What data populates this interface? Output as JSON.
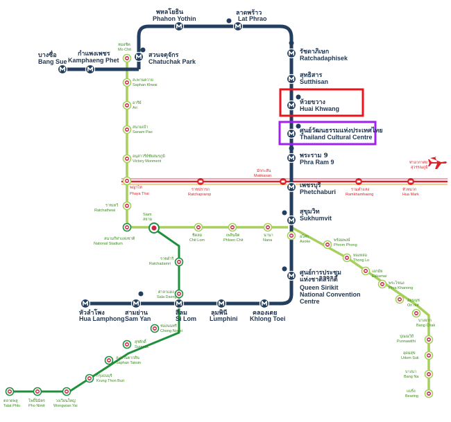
{
  "colors": {
    "mrt": "#233e5f",
    "bts_sukhumvit": "#a6cf5b",
    "bts_silom": "#1e8f3a",
    "arl": "#d8232a",
    "arl_pink": "#f2a7b8",
    "arl_orange": "#f5c98d",
    "highlight_red": "#e8151b",
    "highlight_purple": "#a020f0"
  },
  "mrt_stations": [
    {
      "id": "bang_sue",
      "th": "บางซื่อ",
      "en": "Bang Sue"
    },
    {
      "id": "kamphaeng_phet",
      "th": "กำแพงเพชร",
      "en": "Kamphaeng Phet"
    },
    {
      "id": "chatuchak",
      "th": "สวนจตุจักร",
      "en": "Chatuchak Park"
    },
    {
      "id": "phahon",
      "th": "พหลโยธิน",
      "en": "Phahon Yothin"
    },
    {
      "id": "lat_phrao",
      "th": "ลาดพร้าว",
      "en": "Lat Phrao"
    },
    {
      "id": "ratchadaphisek",
      "th": "รัชดาภิเษก",
      "en": "Ratchadaphisek"
    },
    {
      "id": "sutthisan",
      "th": "สุทธิสาร",
      "en": "Sutthisan"
    },
    {
      "id": "huai_khwang",
      "th": "ห้วยขวาง",
      "en": "Huai Khwang"
    },
    {
      "id": "cultural",
      "th": "ศูนย์วัฒนธรรมแห่งประเทศไทย",
      "en": "Thailand Cultural Centre"
    },
    {
      "id": "phra_ram_9",
      "th": "พระราม 9",
      "en": "Phra Ram 9"
    },
    {
      "id": "phetchaburi",
      "th": "เพชรบุรี",
      "en": "Phetchaburi"
    },
    {
      "id": "sukhumvit",
      "th": "สุขุมวิท",
      "en": "Sukhumvit"
    },
    {
      "id": "qsncc",
      "th": "ศูนย์การประชุม",
      "th2": "แห่งชาติสิริกิติ์",
      "en": "Queen Sirikit",
      "en2": "National Convention",
      "en3": "Centre"
    },
    {
      "id": "khlong_toei",
      "th": "คลองเตย",
      "en": "Khlong Toei"
    },
    {
      "id": "lumphini",
      "th": "ลุมพินี",
      "en": "Lumphini"
    },
    {
      "id": "si_lom",
      "th": "สีลม",
      "en": "Si Lom"
    },
    {
      "id": "sam_yan",
      "th": "สามย่าน",
      "en": "Sam Yan"
    },
    {
      "id": "hua_lamphong",
      "th": "หัวลำโพง",
      "en": "Hua Lamphong"
    }
  ],
  "bts_sukhumvit_north": [
    {
      "id": "mo_chit",
      "th": "หมอชิต",
      "en": "Mo Chit"
    },
    {
      "id": "saphan_khwai",
      "th": "สะพานควาย",
      "en": "Saphan Khwai"
    },
    {
      "id": "ari",
      "th": "อารีย์",
      "en": "Ari"
    },
    {
      "id": "sanam_pao",
      "th": "สนามเป้า",
      "en": "Sanam Pao"
    },
    {
      "id": "victory",
      "th": "อนุสาวรีย์ชัยสมรภูมิ",
      "en": "Victory Monment"
    },
    {
      "id": "phaya_thai",
      "th": "พญาไท",
      "en": "Phaya Thai"
    },
    {
      "id": "ratchathewi",
      "th": "ราชเทวี",
      "en": "Ratchathewi"
    }
  ],
  "bts_siam": {
    "en": "Siam",
    "th": "สยาม"
  },
  "bts_stadium": {
    "th": "สนามกีฬาแห่งชาติ",
    "en": "National Stadium"
  },
  "bts_sukhumvit_east": [
    {
      "id": "chit_lom",
      "th": "ชิดลม",
      "en": "Chit Lom"
    },
    {
      "id": "phloen_chit",
      "th": "เพลินจิต",
      "en": "Phloen Chit"
    },
    {
      "id": "nana",
      "th": "นานา",
      "en": "Nana"
    },
    {
      "id": "asok",
      "th": "อโศก",
      "en": "Asoke"
    },
    {
      "id": "phrom_phong",
      "th": "พร้อมพงษ์",
      "en": "Phrom Phong"
    },
    {
      "id": "thong_lo",
      "th": "ทองหล่อ",
      "en": "Thong Lo"
    },
    {
      "id": "ekkamai",
      "th": "เอกมัย",
      "en": "Ekkamai"
    },
    {
      "id": "phra_khanong",
      "th": "พระโขนง",
      "en": "Phra Khanong"
    },
    {
      "id": "on_nut",
      "th": "อ่อนนุช",
      "en": "On nut"
    },
    {
      "id": "bang_chak",
      "th": "บางจาก",
      "en": "Bang Chak"
    },
    {
      "id": "punnawithi",
      "th": "ปุณณวิถี",
      "en": "Punnawithi"
    },
    {
      "id": "udom_suk",
      "th": "อุดมสุข",
      "en": "Udom Suk"
    },
    {
      "id": "bang_na",
      "th": "บางนา",
      "en": "Bang Na"
    },
    {
      "id": "bearing",
      "th": "แบริ่ง",
      "en": "Bearing"
    }
  ],
  "bts_silom_line": [
    {
      "id": "ratchadamri",
      "th": "ราชดำริ",
      "en": "Ratchadamri"
    },
    {
      "id": "sala_daeng",
      "th": "ศาลาแดง",
      "en": "Sala Daeng"
    },
    {
      "id": "chong_nonsi",
      "th": "ช่องนนทรี",
      "en": "Chong Nonsi"
    },
    {
      "id": "surasak",
      "th": "สุรศักดิ์",
      "en": "Surasak"
    },
    {
      "id": "saphan_taksin",
      "th": "สะพานตากสิน",
      "en": "Saphan Taksin"
    },
    {
      "id": "krung_thon",
      "th": "กรุงธนบุรี",
      "en": "Krung Thon Buri"
    },
    {
      "id": "wongwian_yai",
      "th": "วงเวียนใหญ่",
      "en": "Wongwian Yai"
    },
    {
      "id": "pho_nimit",
      "th": "โพธิ์นิมิตร",
      "en": "Pho Nimit"
    },
    {
      "id": "talat_phlu",
      "th": "ตลาดพลู",
      "en": "Talat Phlu"
    }
  ],
  "arl_stations": [
    {
      "id": "makkasan",
      "th": "มักกะสัน",
      "en": "Makkasan"
    },
    {
      "id": "ratchaprarop",
      "th": "ราชปรารภ",
      "en": "Ratchaprarop"
    },
    {
      "id": "ramkhamhaeng",
      "th": "รามคำแหง",
      "en": "Ramkhamhaeng"
    },
    {
      "id": "hua_mark",
      "th": "หัวหมาก",
      "en": "Hua Mark"
    }
  ],
  "airport": {
    "th": "ท่าอากาศยาน",
    "th2": "สุวรรณภูมิ"
  },
  "icons": {
    "mrt": "M",
    "parking": "P"
  }
}
